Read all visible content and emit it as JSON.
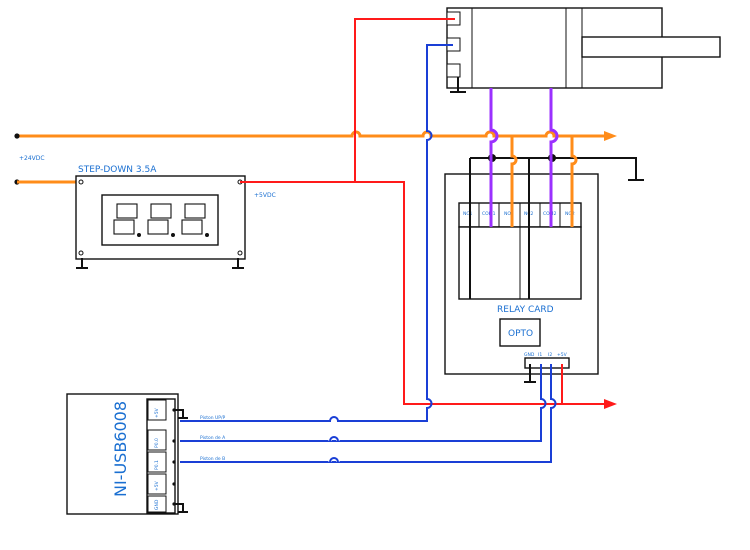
{
  "labels": {
    "supply_24v": "+24VDC",
    "supply_5v": "+5VDC",
    "stepdown_title": "STEP-DOWN 3.5A",
    "relay_card_title": "RELAY CARD",
    "opto_label": "OPTO",
    "daq_title": "NI-USB6008"
  },
  "relay_terminals": [
    "NC1",
    "COM1",
    "NO1",
    "NC2",
    "COM2",
    "NO2"
  ],
  "opto_pins": [
    "GND",
    "I1",
    "I2",
    "+5V"
  ],
  "daq_pins": [
    "+5V",
    "P0.0",
    "P0.1",
    "+5V",
    "GND"
  ],
  "daq_signals": [
    "Piston UP/P",
    "Piston de A",
    "Piston de B"
  ],
  "display": {
    "digits": "8.8.8."
  },
  "wire_colors": {
    "supply_24v": "#ff8c1a",
    "supply_5v": "#ff1a1a",
    "signal": "#1a3fd6",
    "relay_com": "#9b30ff",
    "ground": "#111111"
  }
}
